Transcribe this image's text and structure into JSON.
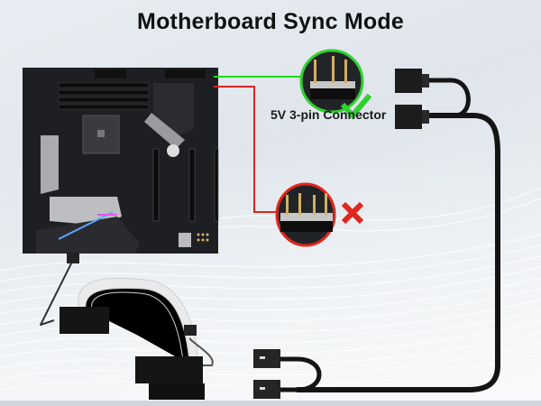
{
  "title": "Motherboard Sync Mode",
  "connector_label": "5V 3-pin Connector",
  "indicators": {
    "correct": {
      "icon": "check-icon",
      "color": "#2fd12f",
      "meaning": "correct connector"
    },
    "wrong": {
      "icon": "cross-icon",
      "color": "#e0261e",
      "meaning": "incorrect connector"
    }
  },
  "lines": {
    "green_color": "#19e019",
    "red_color": "#e0261e"
  },
  "components": [
    "motherboard",
    "5V 3-pin header (correct)",
    "12V 4-pin header (incorrect)",
    "ARGB splitter cable",
    "24-pin white sleeved extension cable"
  ]
}
